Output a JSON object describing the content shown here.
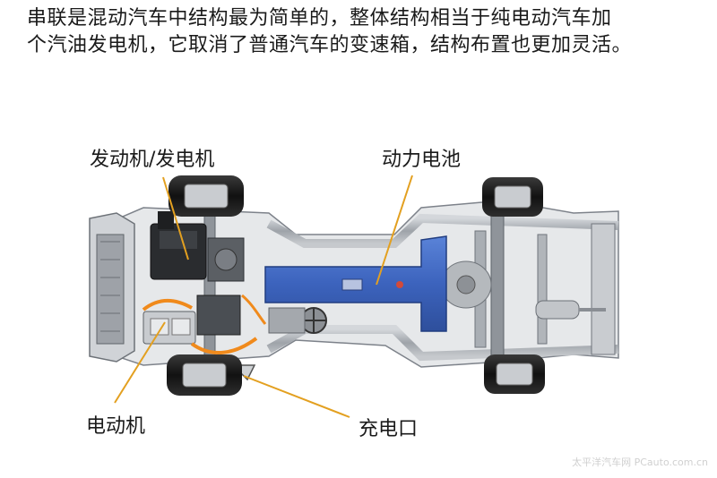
{
  "caption": {
    "line1": "串联是混动汽车中结构最为简单的，整体结构相当于纯电动汽车加",
    "line2": "个汽油发电机，它取消了普通汽车的变速箱，结构布置也更加灵活。"
  },
  "labels": {
    "engine_generator": "发动机/发电机",
    "battery": "动力电池",
    "motor": "电动机",
    "charge_port": "充电口"
  },
  "watermark": "太平洋汽车网 PCauto.com.cn",
  "colors": {
    "leader_line": "#e3a020",
    "battery_blue": "#3f67c2",
    "orange_cable": "#f08a1c",
    "frame_gray": "#b8bcc2"
  }
}
